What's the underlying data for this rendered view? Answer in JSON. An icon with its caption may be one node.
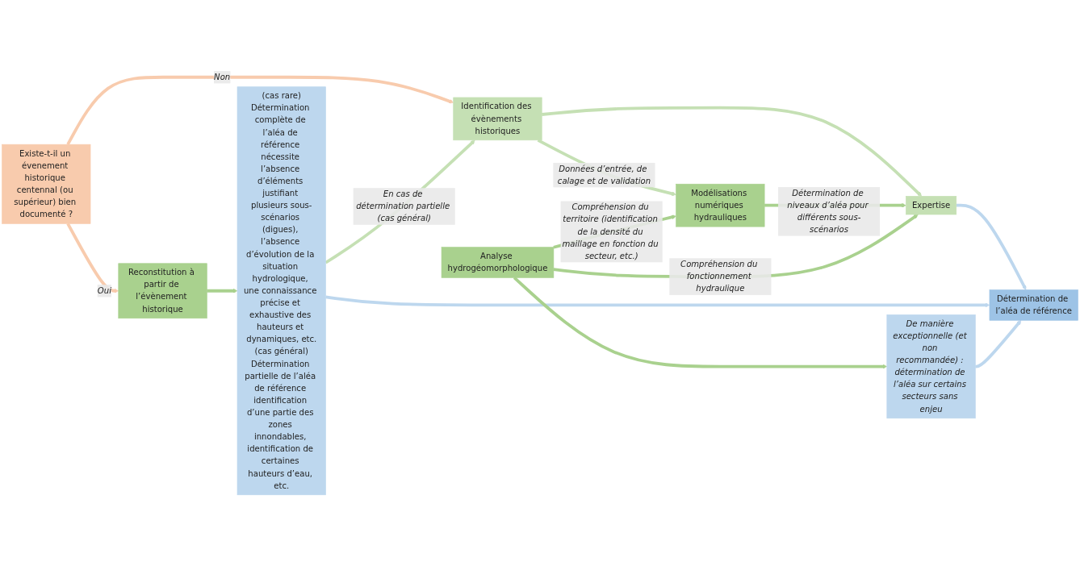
{
  "diagram": {
    "nodes": [
      {
        "text": [
          "Existe-t-il un évenement historique centennal (ou supérieur) bien documenté ?"
        ]
      },
      {
        "text": [
          "Reconstitution à partir de l’évènement historique"
        ]
      },
      {
        "text": [
          "(cas rare)",
          "Détermination complète de l’aléa de référence nécessite l’absence d’éléments justifiant plusieurs sous-scénarios (digues), l’absence d’évolution de la situation hydrologique, une connaissance précise et exhaustive des hauteurs et dynamiques, etc.",
          "(cas général)",
          "Détermination partielle de l’aléa de référence identification d’une partie des zones innondables, identification de certaines hauteurs d’eau, etc."
        ]
      },
      {
        "text": [
          "Identification des évènements historiques"
        ]
      },
      {
        "text": [
          "Modélisations numériques hydrauliques"
        ]
      },
      {
        "text": [
          "Expertise"
        ]
      },
      {
        "text": [
          "Détermination de l’aléa de référence"
        ]
      },
      {
        "text": [
          "Analyse hydrogéomorphologique"
        ]
      },
      {
        "text": [
          "De manière exceptionnelle (et non recommandée) : détermination de l’aléa sur certains secteurs sans enjeu"
        ]
      }
    ],
    "edges": [
      {
        "from": 0,
        "to": 1,
        "arrow": "to",
        "label": "Oui",
        "color": "#f8cbad"
      },
      {
        "from": 0,
        "to": 3,
        "arrow": "to",
        "label": "Non",
        "color": "#f8cbad"
      },
      {
        "from": 1,
        "to": 2,
        "arrow": "to"
      },
      {
        "from": 2,
        "to": 3,
        "arrow": "to",
        "label": "En cas de détermination partielle (cas général)",
        "color": "#c5e0b4"
      },
      {
        "from": 3,
        "to": 5,
        "arrow": "to",
        "color": "#c5e0b4"
      },
      {
        "from": 3,
        "to": 4,
        "arrow": "to",
        "label": "Données d’entrée, de calage et de validation",
        "color": "#c5e0b4"
      },
      {
        "from": 4,
        "to": 5,
        "arrow": "to",
        "label": "Détermination de niveaux d’aléa pour différents sous-scénarios"
      },
      {
        "from": 5,
        "to": 6,
        "arrow": "to",
        "color": "#bdd7ee"
      },
      {
        "from": 2,
        "to": 6,
        "arrow": "to",
        "color": "#bdd7ee"
      },
      {
        "from": 7,
        "to": 4,
        "arrow": "to",
        "label": "Compréhension du territoire (identification de la densité du maillage en fonction du secteur, etc.)"
      },
      {
        "from": 7,
        "to": 5,
        "arrow": "to",
        "label": "Compréhension du fonctionnement hydraulique"
      },
      {
        "from": 7,
        "to": 8,
        "arrow": "to"
      },
      {
        "from": 8,
        "to": 6,
        "arrow": "to",
        "color": "#bdd7ee"
      }
    ]
  }
}
